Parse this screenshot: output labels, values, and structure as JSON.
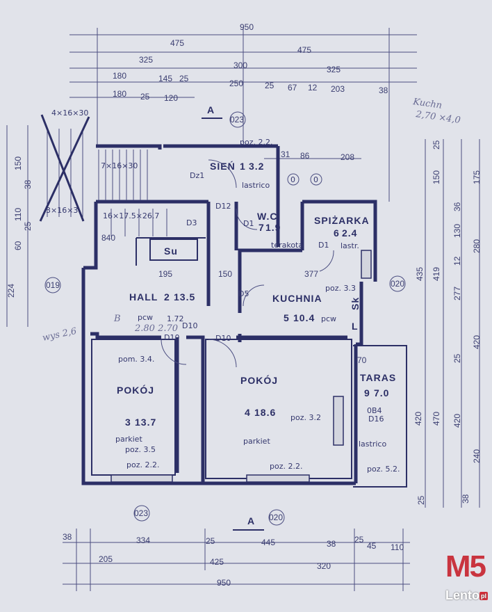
{
  "dims": {
    "top": {
      "total": "950",
      "row2": [
        "475",
        "475"
      ],
      "row3": [
        "325",
        "300",
        "325"
      ],
      "row4": [
        "180",
        "145",
        "25",
        "250",
        "25",
        "67",
        "12",
        "203",
        "38"
      ],
      "row5": [
        "180",
        "25",
        "120"
      ],
      "row6": [
        "31",
        "86",
        "208"
      ]
    },
    "bottom": {
      "row1": [
        "38",
        "334",
        "25",
        "445",
        "38",
        "25",
        "45",
        "110"
      ],
      "row2": [
        "205",
        "425",
        "320"
      ],
      "total": "950"
    },
    "left": [
      "150",
      "38",
      "110",
      "25",
      "60",
      "224"
    ],
    "right_inner": [
      "25",
      "150",
      "36",
      "130",
      "12",
      "277",
      "25",
      "420"
    ],
    "right_outer": [
      "175",
      "280",
      "435",
      "419",
      "420",
      "470",
      "420",
      "240",
      "38",
      "25"
    ]
  },
  "rooms": {
    "sien": {
      "name": "SIEŃ",
      "number": "1",
      "area": "3.2",
      "floor": "lastrico"
    },
    "wc": {
      "name": "W.C.",
      "number": "7",
      "area": "1.9",
      "note": "terakota"
    },
    "spizarka": {
      "name": "SPIŻARKA",
      "number": "6",
      "area": "2.4",
      "floor": "lastr."
    },
    "hall": {
      "name": "HALL",
      "number": "2",
      "area": "13.5",
      "note": "pcw",
      "label": "B"
    },
    "kuchnia": {
      "name": "KUCHNIA",
      "number": "5",
      "area": "10.4",
      "floor": "pcw"
    },
    "pokoj3": {
      "name": "POKÓJ",
      "number": "3",
      "area": "13.7",
      "floor": "parkiet",
      "pom": "pom. 3.4.",
      "poz1": "poz. 3.5",
      "poz2": "poz. 2.2."
    },
    "pokoj4": {
      "name": "POKÓJ",
      "number": "4",
      "area": "18.6",
      "floor": "parkiet",
      "poz1": "poz. 3.2",
      "poz2": "poz. 2.2."
    },
    "taras": {
      "name": "TARAS",
      "number": "9",
      "area": "7.0",
      "floor": "lastrico",
      "poz": "poz. 5.2.",
      "d1": "0B4",
      "d2": "D16"
    }
  },
  "labels": {
    "section": "A",
    "axis_top": "023",
    "axis_bottom_left": "023",
    "axis_bottom_right": "020",
    "axis_left": "019",
    "axis_right": "020",
    "stairs1": "7×16×30",
    "stairs2": "16×17.5×26.7",
    "stairs3": "4×16×30",
    "stairs4": "3×16×3",
    "su": "Su",
    "num840": "840",
    "doors": [
      "Dz1",
      "D12",
      "D3",
      "D1",
      "D1",
      "D5",
      "D10",
      "D10",
      "D10"
    ],
    "poz_sien": "poz. 2.2.",
    "poz_kuchnia": "poz. 3.3",
    "sk": "Sk",
    "l": "L",
    "val150": "150",
    "val377": "377",
    "val70": "70",
    "val195": "195",
    "hand1": "Kuchn",
    "hand2": "2,70 ×4,0",
    "hand3": "wys 2,6",
    "hand4": "2.80 2.70",
    "hall_note": "1.72",
    "circles": [
      "0",
      "0"
    ]
  },
  "brand": {
    "m5": "M5",
    "lento": "Lento",
    "tld": "pl"
  }
}
